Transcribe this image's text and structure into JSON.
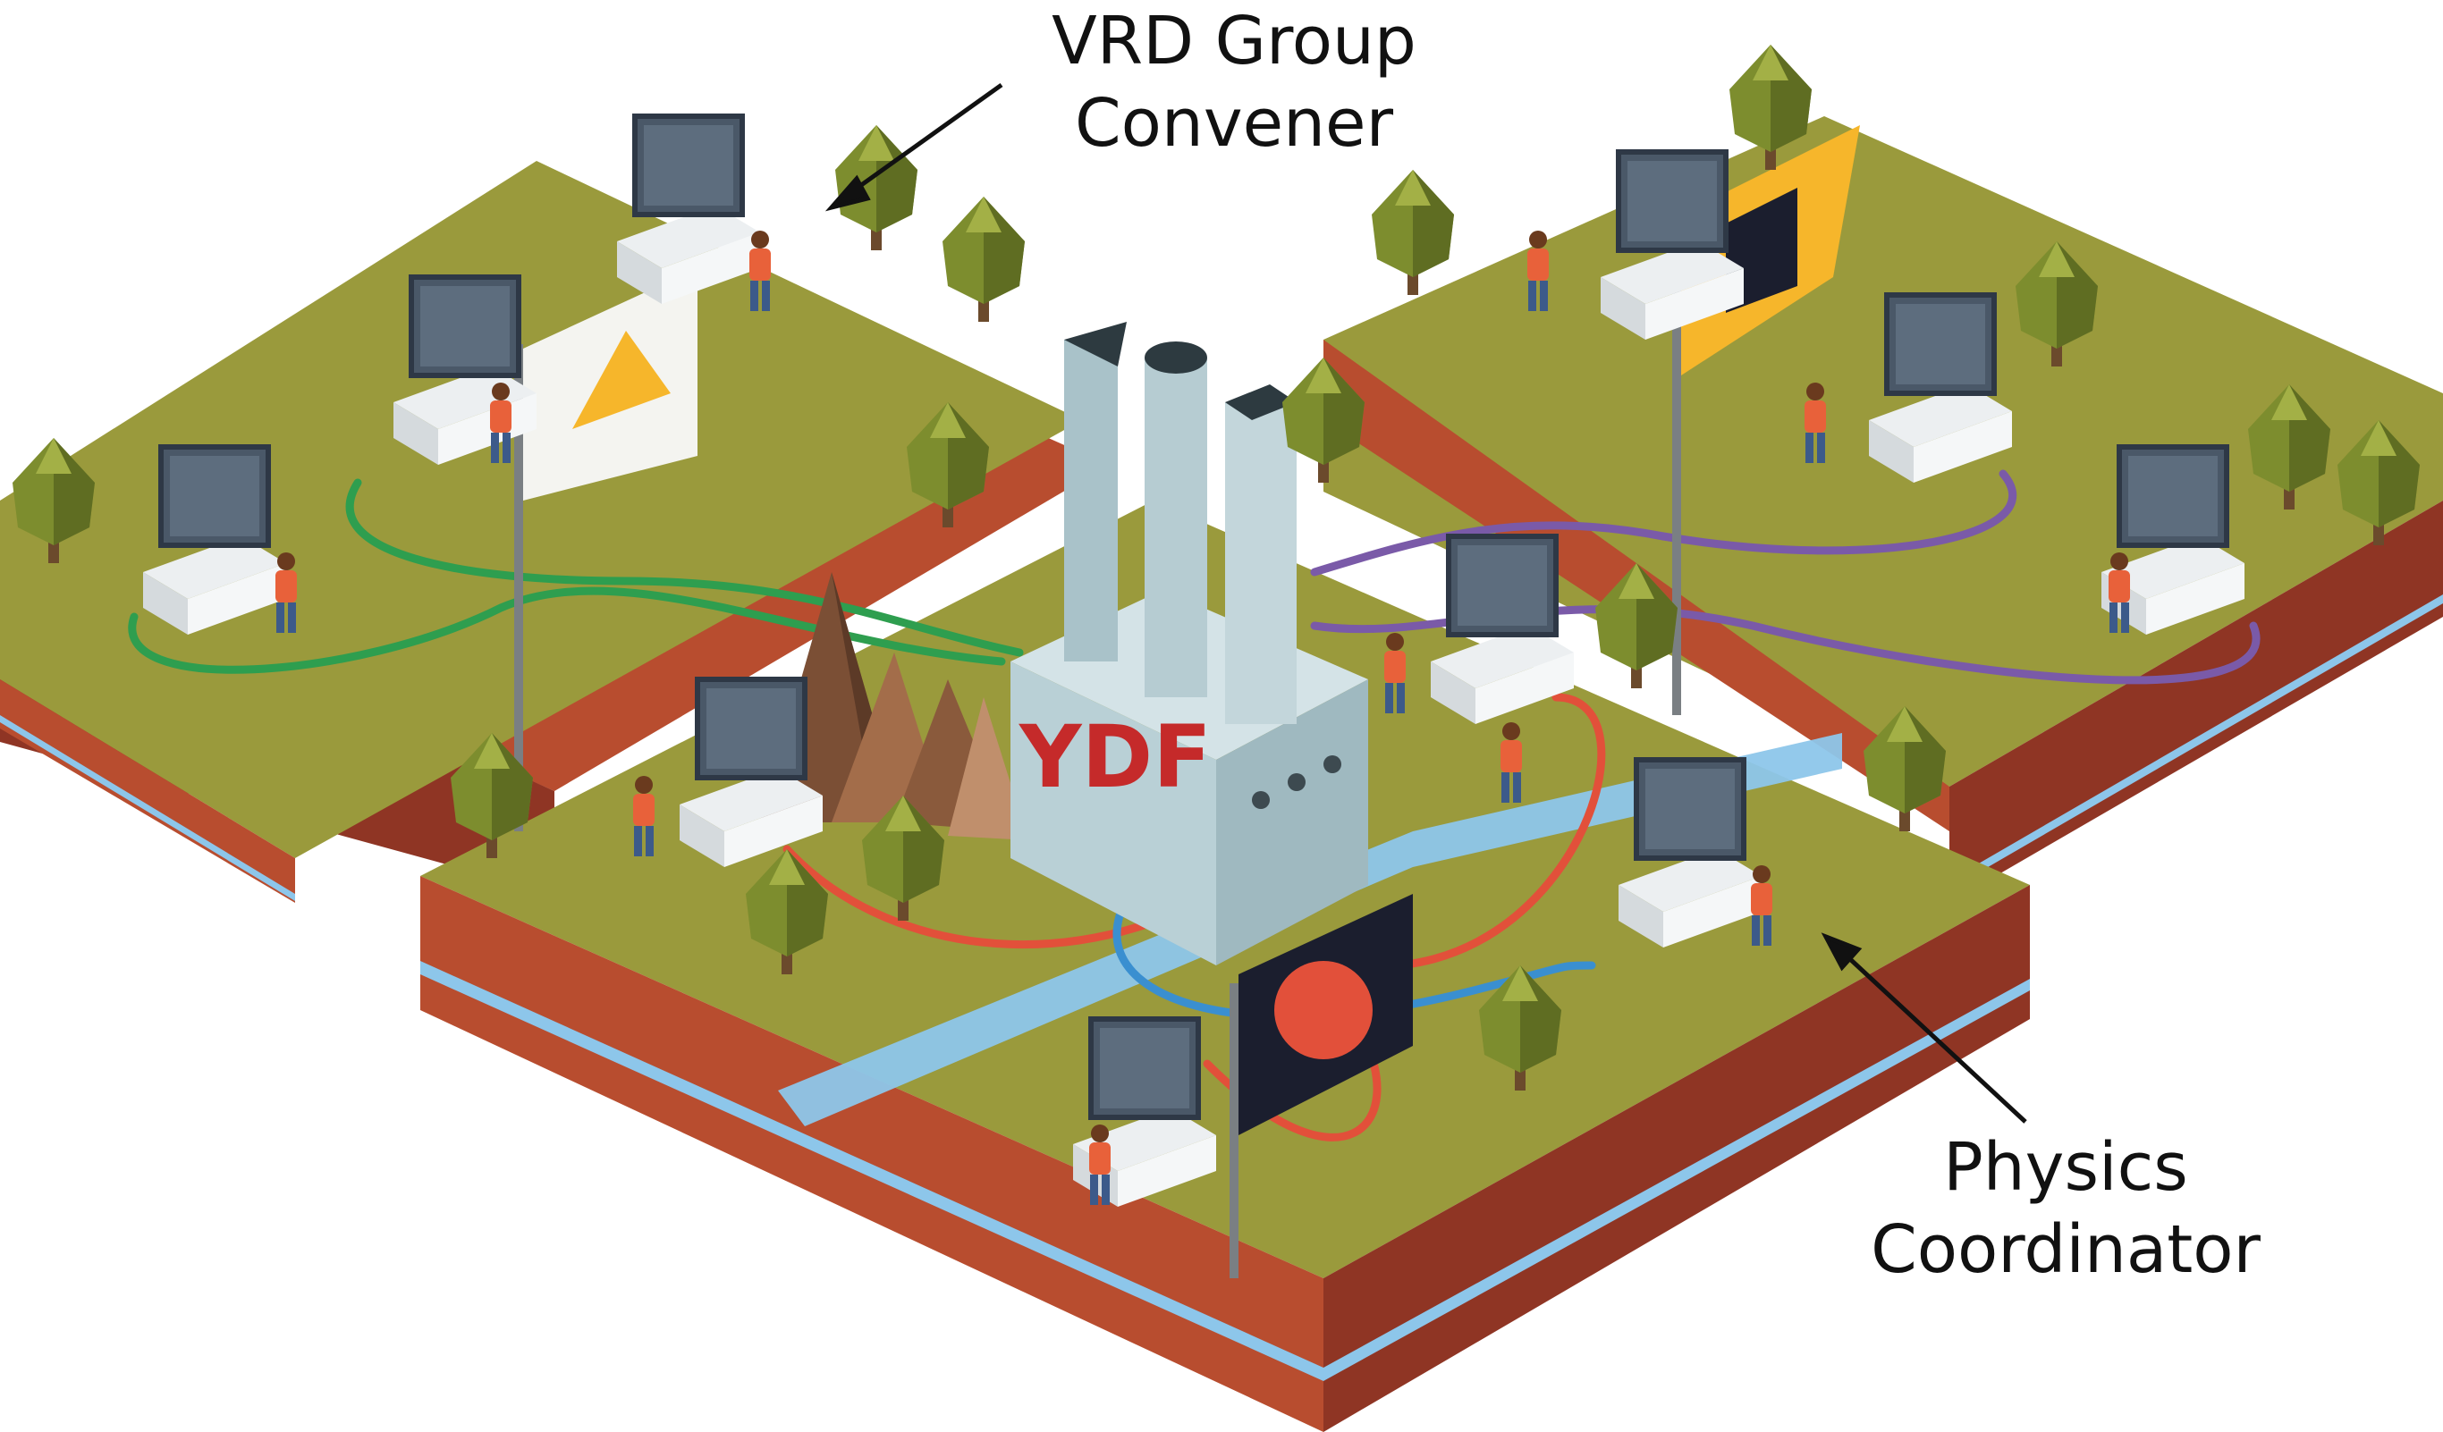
{
  "labels": {
    "convener": {
      "line1": "VRD Group",
      "line2": "Convener"
    },
    "coordinator": {
      "line1": "Physics",
      "line2": "Coordinator"
    },
    "building_text": "YDF"
  },
  "colors": {
    "grass": "#9a9a3c",
    "grass_dark": "#7f8030",
    "soil": "#b84d2f",
    "soil_dark": "#8f3524",
    "water": "#8dc6ea",
    "building": "#b9d0d6",
    "green_cable": "#2e9e4f",
    "purple_cable": "#7a5aa8",
    "red_cable": "#e2503a",
    "blue_cable": "#3a8fd0",
    "flag_yellow": "#f6b62b",
    "flag_dark": "#1b1e2e",
    "person_orange": "#e8613a"
  },
  "icons": [
    "tree-icon",
    "computer-terminal-icon",
    "person-icon",
    "flag-icon",
    "mountain-icon",
    "building-icon",
    "arrow-icon"
  ]
}
